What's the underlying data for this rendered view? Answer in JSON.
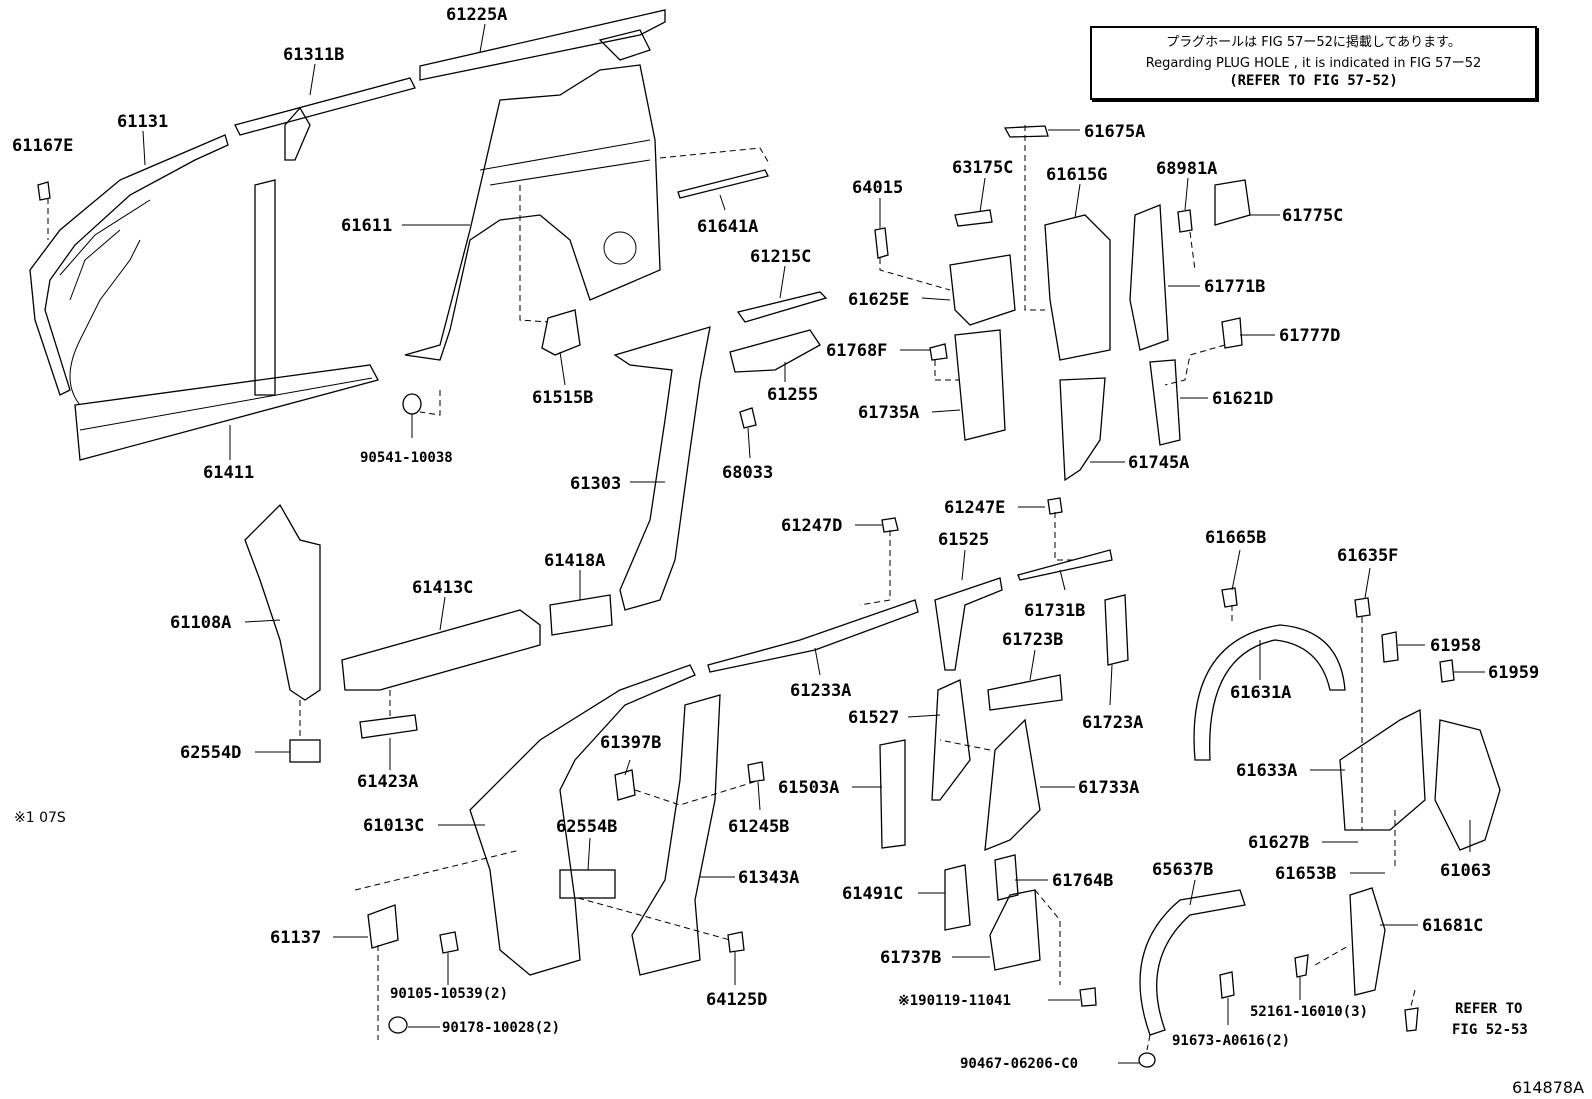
{
  "note": {
    "line1": "プラグホールは FIG 57ー52に掲載してあります。",
    "line2": "Regarding  PLUG  HOLE , it is indicated in FIG  57ー52",
    "line3": "(REFER TO FIG 57-52)"
  },
  "labels": {
    "p61225A": "61225A",
    "p61311B": "61311B",
    "p61131": "61131",
    "p61167E": "61167E",
    "p61611": "61611",
    "p61641A": "61641A",
    "p61215C": "61215C",
    "p61625E": "61625E",
    "p64015": "64015",
    "p63175C": "63175C",
    "p61615G": "61615G",
    "p68981A": "68981A",
    "p61775C": "61775C",
    "p61675A": "61675A",
    "p61771B": "61771B",
    "p61777D": "61777D",
    "p61621D": "61621D",
    "p61768F": "61768F",
    "p61735A": "61735A",
    "p61745A": "61745A",
    "p61515B": "61515B",
    "p61255": "61255",
    "p68033": "68033",
    "p90541": "90541-10038",
    "p61411": "61411",
    "p61303": "61303",
    "p61247E": "61247E",
    "p61247D": "61247D",
    "p61525": "61525",
    "p61731B": "61731B",
    "p61665B": "61665B",
    "p61635F": "61635F",
    "p61958": "61958",
    "p61959": "61959",
    "p61108A": "61108A",
    "p61413C": "61413C",
    "p61418A": "61418A",
    "p61723B": "61723B",
    "p61723A": "61723A",
    "p61631A": "61631A",
    "p61233A": "61233A",
    "p61527": "61527",
    "p62554D": "62554D",
    "p61423A": "61423A",
    "p61397B": "61397B",
    "p61503A": "61503A",
    "p61733A": "61733A",
    "p61633A": "61633A",
    "p61245B": "61245B",
    "p61013C": "61013C",
    "p62554B": "62554B",
    "p61627B": "61627B",
    "p61063": "61063",
    "p61653B": "61653B",
    "p61343A": "61343A",
    "p61491C": "61491C",
    "p61764B": "61764B",
    "p65637B": "65637B",
    "p61681C": "61681C",
    "p61137": "61137",
    "p90105": "90105-10539(2)",
    "p61737B": "61737B",
    "p190119": "※190119-11041",
    "p52161": "52161-16010(3)",
    "p90178": "90178-10028(2)",
    "p91673": "91673-A0616(2)",
    "p64125D": "64125D",
    "p90467": "90467-06206-C0",
    "refer1": "REFER TO",
    "refer2": "FIG 52-53",
    "note107s": "※1 07S",
    "diagram_id": "614878A"
  }
}
